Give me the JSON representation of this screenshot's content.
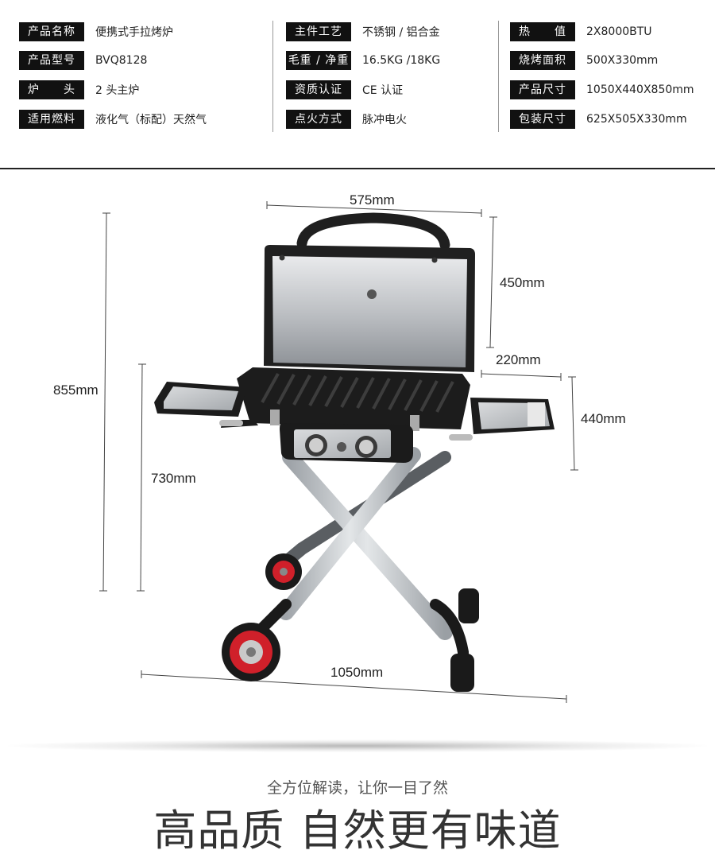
{
  "specs": {
    "col1": [
      {
        "label": "产品名称",
        "value": "便携式手拉烤炉"
      },
      {
        "label": "产品型号",
        "value": "BVQ8128"
      },
      {
        "label": "炉　　头",
        "value": "2 头主炉"
      },
      {
        "label": "适用燃料",
        "value": "液化气（标配）天然气"
      }
    ],
    "col2": [
      {
        "label": "主件工艺",
        "value": "不锈钢 / 铝合金"
      },
      {
        "label": "毛重 / 净重",
        "value": "16.5KG /18KG"
      },
      {
        "label": "资质认证",
        "value": "CE 认证"
      },
      {
        "label": "点火方式",
        "value": "脉冲电火"
      }
    ],
    "col3": [
      {
        "label": "热　　值",
        "value": "2X8000BTU"
      },
      {
        "label": "烧烤面积",
        "value": "500X330mm"
      },
      {
        "label": "产品尺寸",
        "value": "1050X440X850mm"
      },
      {
        "label": "包装尺寸",
        "value": "625X505X330mm"
      }
    ]
  },
  "dimensions": {
    "top_width": "575mm",
    "lid_height": "450mm",
    "shelf_width": "220mm",
    "depth": "440mm",
    "total_height": "855mm",
    "base_height": "730mm",
    "total_length": "1050mm"
  },
  "footer": {
    "subtitle": "全方位解读，让你一目了然",
    "slogan": "高品质 自然更有味道"
  },
  "colors": {
    "label_bg": "#111111",
    "wheel_red": "#d0202a",
    "frame_black": "#1a1a1a",
    "leg_silver": "#bfc3c7"
  }
}
